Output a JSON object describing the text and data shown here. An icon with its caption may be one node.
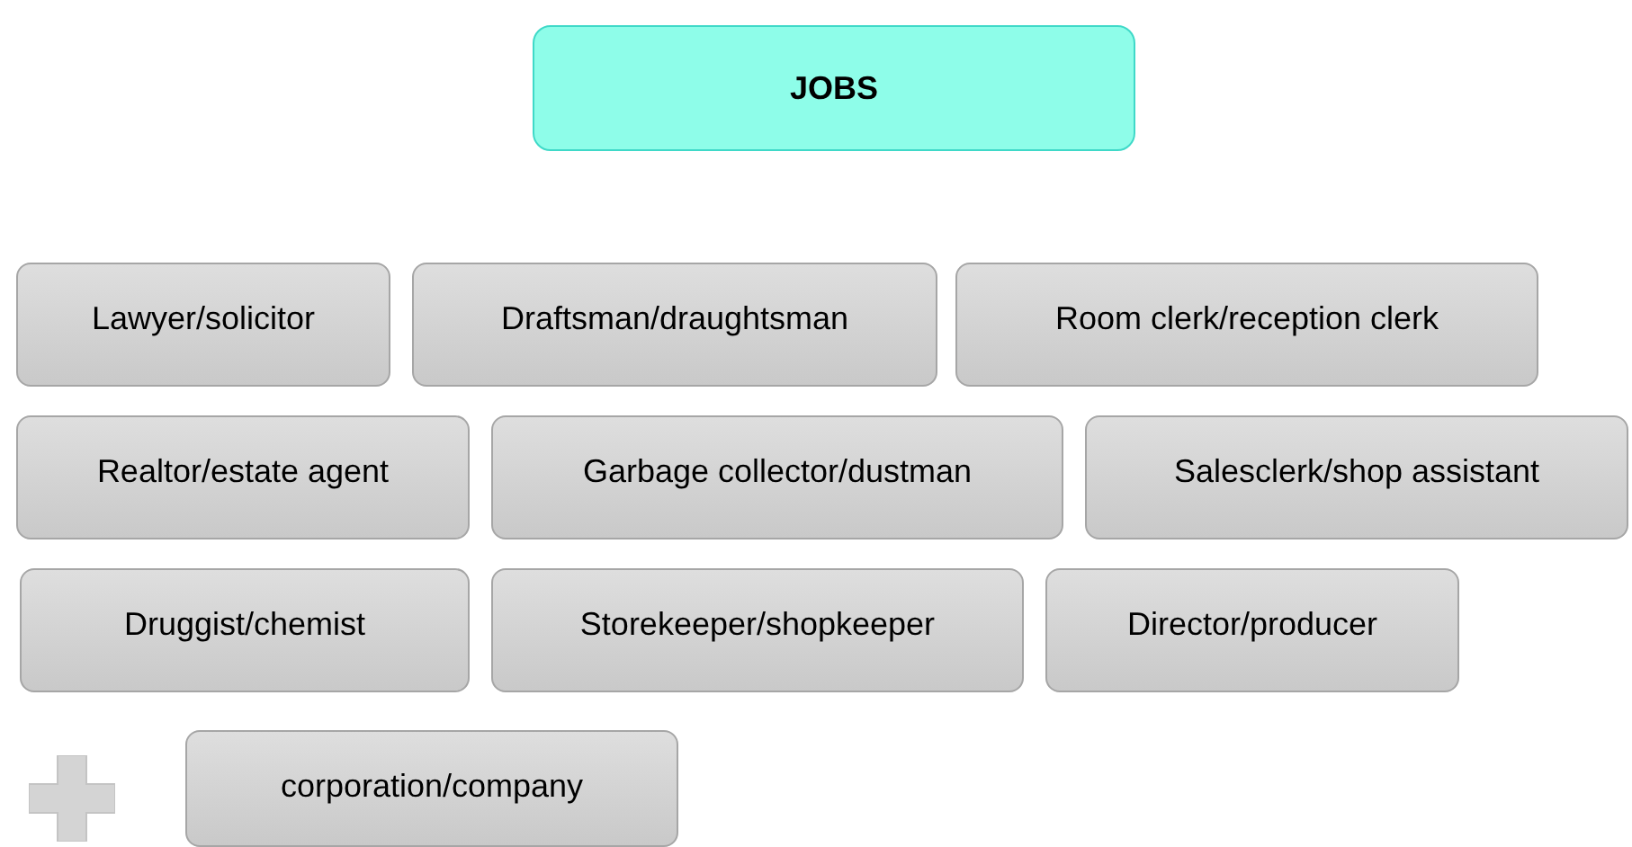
{
  "diagram": {
    "nodes": [
      {
        "text": [
          "JOBS"
        ]
      },
      {
        "text": [
          "Lawyer/solicitor"
        ]
      },
      {
        "text": [
          "Draftsman/draughtsman"
        ]
      },
      {
        "text": [
          "Room clerk/reception clerk"
        ]
      },
      {
        "text": [
          "Realtor/estate agent"
        ]
      },
      {
        "text": [
          "Garbage collector/dustman"
        ]
      },
      {
        "text": [
          "Salesclerk/shop assistant"
        ]
      },
      {
        "text": [
          "Druggist/chemist"
        ]
      },
      {
        "text": [
          "Storekeeper/shopkeeper"
        ]
      },
      {
        "text": [
          "Director/producer"
        ]
      },
      {
        "text": [
          "corporation/company"
        ]
      }
    ]
  }
}
